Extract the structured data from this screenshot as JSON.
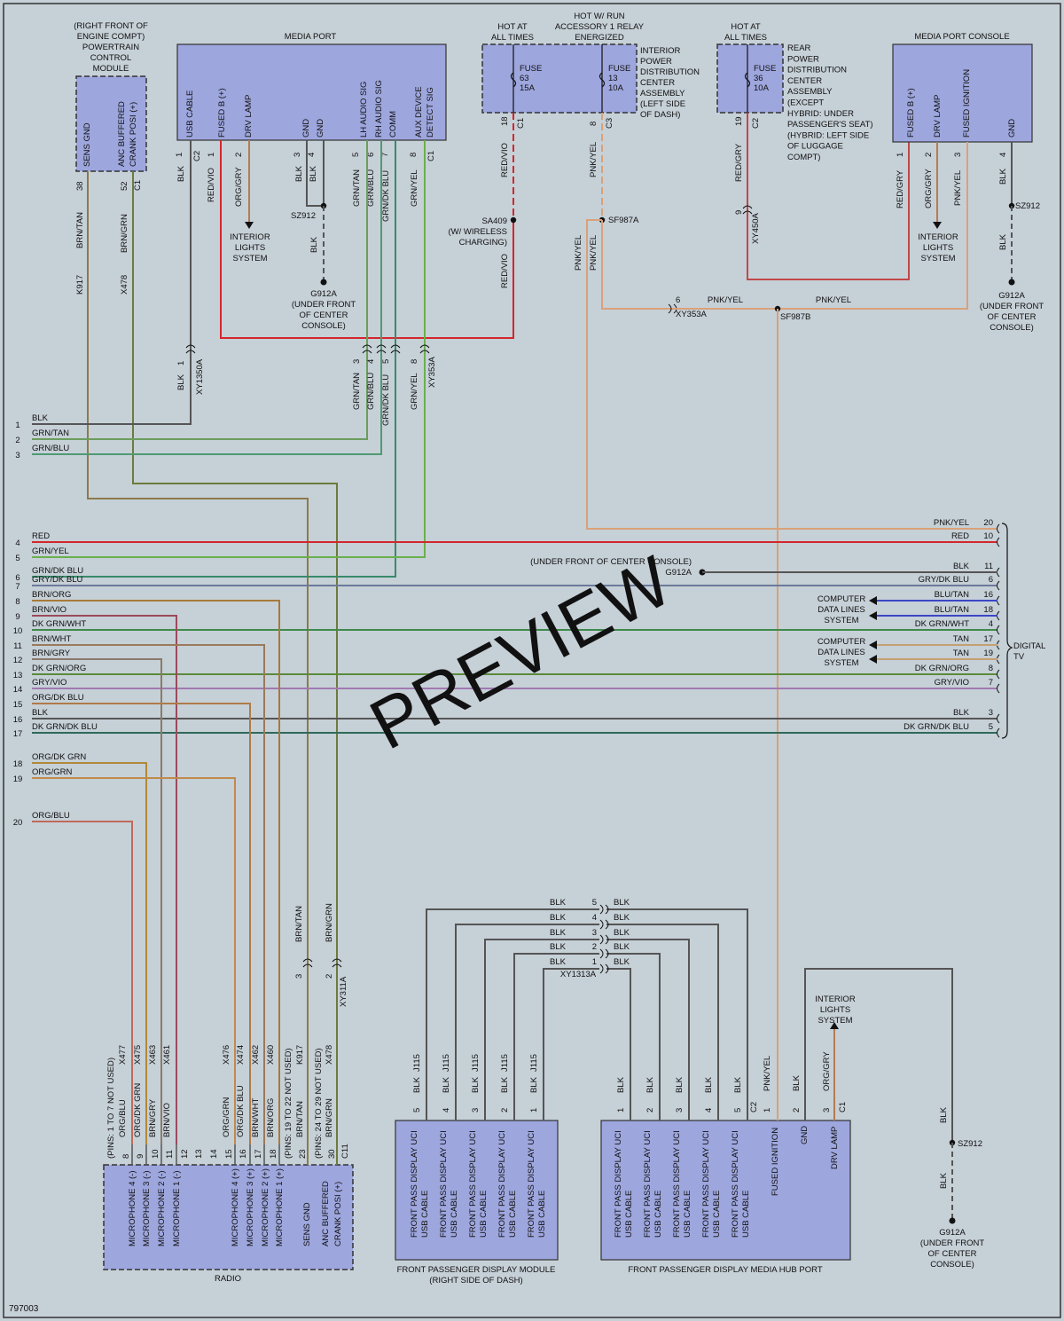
{
  "document_id": "797003",
  "watermark": "PREVIEW",
  "components": {
    "pcm": {
      "label": [
        "(RIGHT FRONT OF",
        "ENGINE COMPT)",
        "POWERTRAIN",
        "CONTROL",
        "MODULE"
      ],
      "pins": [
        "SENS GND",
        "ANC BUFFERED",
        "CRANK POSI (+)"
      ],
      "pin_numbers": [
        "38",
        "52"
      ],
      "connector": "C1"
    },
    "media_port": {
      "label": "MEDIA PORT",
      "pins": [
        "USB CABLE",
        "FUSED B (+)",
        "DRV LAMP",
        "GND",
        "GND",
        "LH AUDIO SIG",
        "RH AUDIO SIG",
        "COMM",
        "AUX DEVICE",
        "DETECT SIG"
      ],
      "pin_numbers": [
        "1",
        "1",
        "2",
        "3",
        "4",
        "5",
        "6",
        "7",
        "8"
      ],
      "connectors": [
        "C2",
        "C1"
      ]
    },
    "hot_at_all_times_1": [
      "HOT AT",
      "ALL TIMES"
    ],
    "hot_w_run": [
      "HOT W/ RUN",
      "ACCESSORY 1 RELAY",
      "ENERGIZED"
    ],
    "ipdc": {
      "label": [
        "INTERIOR",
        "POWER",
        "DISTRIBUTION",
        "CENTER",
        "ASSEMBLY",
        "(LEFT SIDE",
        "OF DASH)"
      ],
      "fuse_a": [
        "FUSE",
        "63",
        "15A"
      ],
      "fuse_b": [
        "FUSE",
        "13",
        "10A"
      ],
      "pins": [
        "18",
        "8"
      ],
      "connectors": [
        "C1",
        "C3"
      ]
    },
    "hot_at_all_times_2": [
      "HOT AT",
      "ALL TIMES"
    ],
    "rpdc": {
      "label": [
        "REAR",
        "POWER",
        "DISTRIBUTION",
        "CENTER",
        "ASSEMBLY",
        "(EXCEPT",
        "HYBRID: UNDER",
        "PASSENGER'S SEAT)",
        "(HYBRID: LEFT SIDE",
        "OF LUGGAGE",
        "COMPT)"
      ],
      "fuse": [
        "FUSE",
        "36",
        "10A"
      ],
      "pin": "19",
      "connector": "C2"
    },
    "media_port_console": {
      "label": "MEDIA PORT CONSOLE",
      "pins": [
        "FUSED B (+)",
        "DRV LAMP",
        "FUSED IGNITION",
        "GND"
      ],
      "pin_numbers": [
        "1",
        "2",
        "3",
        "4"
      ]
    },
    "radio": {
      "label": "RADIO",
      "pins": [
        "MICROPHONE 4 (-)",
        "MICROPHONE 3 (-)",
        "MICROPHONE 2 (-)",
        "MICROPHONE 1 (-)",
        "MICROPHONE 4 (+)",
        "MICROPHONE 3 (+)",
        "MICROPHONE 2 (+)",
        "MICROPHONE 1 (+)",
        "SENS GND",
        "ANC BUFFERED",
        "CRANK POSI (+)"
      ],
      "pin_numbers": [
        "8",
        "9",
        "10",
        "11",
        "12",
        "13",
        "14",
        "15",
        "16",
        "17",
        "18",
        "23",
        "30"
      ],
      "not_used": [
        "(PINS: 1 TO 7 NOT USED)",
        "(PINS: 19 TO 22 NOT USED)",
        "(PINS: 24 TO 29 NOT USED)"
      ],
      "connector": "C11"
    },
    "fpdm": {
      "label": [
        "FRONT PASSENGER DISPLAY MODULE",
        "(RIGHT SIDE OF DASH)"
      ],
      "pins": [
        "FRONT PASS DISPLAY UCI",
        "USB CABLE"
      ],
      "pin_numbers": [
        "5",
        "4",
        "3",
        "2",
        "1"
      ]
    },
    "fpdmhp": {
      "label": "FRONT PASSENGER DISPLAY MEDIA HUB PORT",
      "pins": [
        "FRONT PASS DISPLAY UCI",
        "USB CABLE",
        "FUSED IGNITION",
        "GND",
        "DRV LAMP"
      ],
      "pin_numbers": [
        "1",
        "2",
        "3",
        "4",
        "5",
        "1",
        "2",
        "3"
      ],
      "connectors": [
        "C2",
        "C1"
      ]
    },
    "digital_tv": {
      "label": [
        "DIGITAL",
        "TV"
      ]
    },
    "interior_lights": [
      "INTERIOR",
      "LIGHTS",
      "SYSTEM"
    ],
    "computer_data_lines": [
      "COMPUTER",
      "DATA LINES",
      "SYSTEM"
    ],
    "ground_g912a": [
      "G912A",
      "(UNDER FRONT",
      "OF CENTER",
      "CONSOLE)"
    ],
    "ground_g912a_inline": "(UNDER FRONT OF CENTER CONSOLE)"
  },
  "splices": [
    "SZ912",
    "SA409",
    "SF987A",
    "SF987B",
    "G912A"
  ],
  "splice_notes": {
    "sa409": [
      "(W/ WIRELESS",
      "CHARGING)"
    ]
  },
  "connectors_inline": [
    "XY1350A",
    "XY353A",
    "XY450A",
    "XY311A",
    "XY1313A"
  ],
  "circuits": [
    "K917",
    "X478",
    "J115",
    "X477",
    "X475",
    "X463",
    "X461",
    "X476",
    "X474",
    "X462",
    "X460"
  ],
  "wire_colors": {
    "BLK": "#555555",
    "GRN/TAN": "#6a9d5e",
    "GRN/BLU": "#4f9a73",
    "BRN/TAN": "#8c7a4a",
    "BRN/GRN": "#6d7a3d",
    "RED/VIO": "#d4262b",
    "RED": "#d4262b",
    "GRN/YEL": "#6ab04c",
    "GRN/DK BLU": "#3a8a6a",
    "GRY/DK BLU": "#6b7a9a",
    "BRN/ORG": "#a87a3a",
    "BRN/VIO": "#9a4a5a",
    "DK GRN/WHT": "#3f8a4a",
    "BRN/WHT": "#9a7a5a",
    "BRN/GRY": "#8a7a6a",
    "DK GRN/ORG": "#5a8a3a",
    "GRY/VIO": "#a07ab0",
    "ORG/DK BLU": "#b07a4a",
    "DK GRN/DK BLU": "#2f6a5a",
    "ORG/DK GRN": "#b08a3a",
    "ORG/GRN": "#c08a4a",
    "ORG/BLU": "#c06a5a",
    "PNK/YEL": "#d9a17a",
    "ORG/GRY": "#b47c50",
    "RED/GRY": "#c04848",
    "BLU/TAN": "#3b46c7",
    "TAN": "#c4a070"
  },
  "left_bus": [
    {
      "num": "1",
      "color": "BLK"
    },
    {
      "num": "2",
      "color": "GRN/TAN"
    },
    {
      "num": "3",
      "color": "GRN/BLU"
    },
    {
      "num": "4",
      "color": "RED"
    },
    {
      "num": "5",
      "color": "GRN/YEL"
    },
    {
      "num": "6",
      "color": "GRN/DK BLU"
    },
    {
      "num": "7",
      "color": "GRY/DK BLU"
    },
    {
      "num": "8",
      "color": "BRN/ORG"
    },
    {
      "num": "9",
      "color": "BRN/VIO"
    },
    {
      "num": "10",
      "color": "DK GRN/WHT"
    },
    {
      "num": "11",
      "color": "BRN/WHT"
    },
    {
      "num": "12",
      "color": "BRN/GRY"
    },
    {
      "num": "13",
      "color": "DK GRN/ORG"
    },
    {
      "num": "14",
      "color": "GRY/VIO"
    },
    {
      "num": "15",
      "color": "ORG/DK BLU"
    },
    {
      "num": "16",
      "color": "BLK"
    },
    {
      "num": "17",
      "color": "DK GRN/DK BLU"
    },
    {
      "num": "18",
      "color": "ORG/DK GRN"
    },
    {
      "num": "19",
      "color": "ORG/GRN"
    },
    {
      "num": "20",
      "color": "ORG/BLU"
    }
  ],
  "right_bus": [
    {
      "color": "PNK/YEL",
      "pin": "20"
    },
    {
      "color": "RED",
      "pin": "10"
    },
    {
      "color": "BLK",
      "pin": "11"
    },
    {
      "color": "GRY/DK BLU",
      "pin": "6"
    },
    {
      "color": "BLU/TAN",
      "pin": "16"
    },
    {
      "color": "BLU/TAN",
      "pin": "18"
    },
    {
      "color": "DK GRN/WHT",
      "pin": "4"
    },
    {
      "color": "TAN",
      "pin": "17"
    },
    {
      "color": "TAN",
      "pin": "19"
    },
    {
      "color": "DK GRN/ORG",
      "pin": "8"
    },
    {
      "color": "GRY/VIO",
      "pin": "7"
    },
    {
      "color": "BLK",
      "pin": "3"
    },
    {
      "color": "DK GRN/DK BLU",
      "pin": "5"
    }
  ],
  "usb_bundle": [
    {
      "pin": "5",
      "left": "BLK",
      "right": "BLK"
    },
    {
      "pin": "4",
      "left": "BLK",
      "right": "BLK"
    },
    {
      "pin": "3",
      "left": "BLK",
      "right": "BLK"
    },
    {
      "pin": "2",
      "left": "BLK",
      "right": "BLK"
    },
    {
      "pin": "1",
      "left": "BLK",
      "right": "BLK"
    }
  ]
}
